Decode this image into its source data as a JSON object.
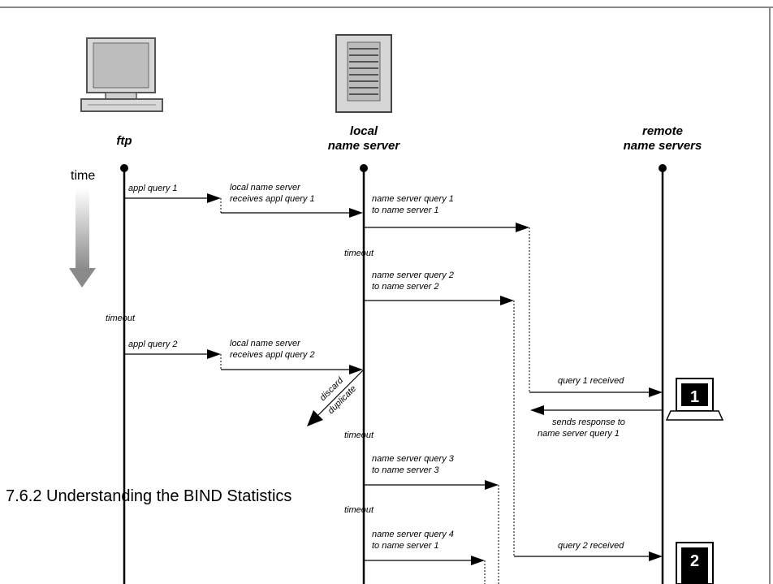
{
  "diagram": {
    "columns": {
      "ftp": "ftp",
      "local_line1": "local",
      "local_line2": "name server",
      "remote_line1": "remote",
      "remote_line2": "name servers"
    },
    "time_label": "time",
    "labels": {
      "appl_query_1": "appl query 1",
      "local_receives_1_a": "local name server",
      "local_receives_1_b": "receives appl query 1",
      "ns_query_1_a": "name server query 1",
      "ns_query_1_b": "to name server 1",
      "timeout_1": "timeout",
      "ns_query_2_a": "name server query 2",
      "ns_query_2_b": "to name server 2",
      "ftp_timeout": "timeout",
      "appl_query_2": "appl query 2",
      "local_receives_2_a": "local name server",
      "local_receives_2_b": "receives appl query 2",
      "discard": "discard",
      "duplicate": "duplicate",
      "query_1_received": "query 1 received",
      "sends_response_a": "sends response to",
      "sends_response_b": "name server query 1",
      "timeout_2": "timeout",
      "ns_query_3_a": "name server query 3",
      "ns_query_3_b": "to name server 3",
      "timeout_3": "timeout",
      "ns_query_4_a": "name server query 4",
      "ns_query_4_b": "to name server 1",
      "query_2_received": "query 2 received"
    },
    "badges": {
      "badge_1": "1",
      "badge_2": "2"
    }
  },
  "section_heading": "7.6.2 Understanding the BIND Statistics"
}
